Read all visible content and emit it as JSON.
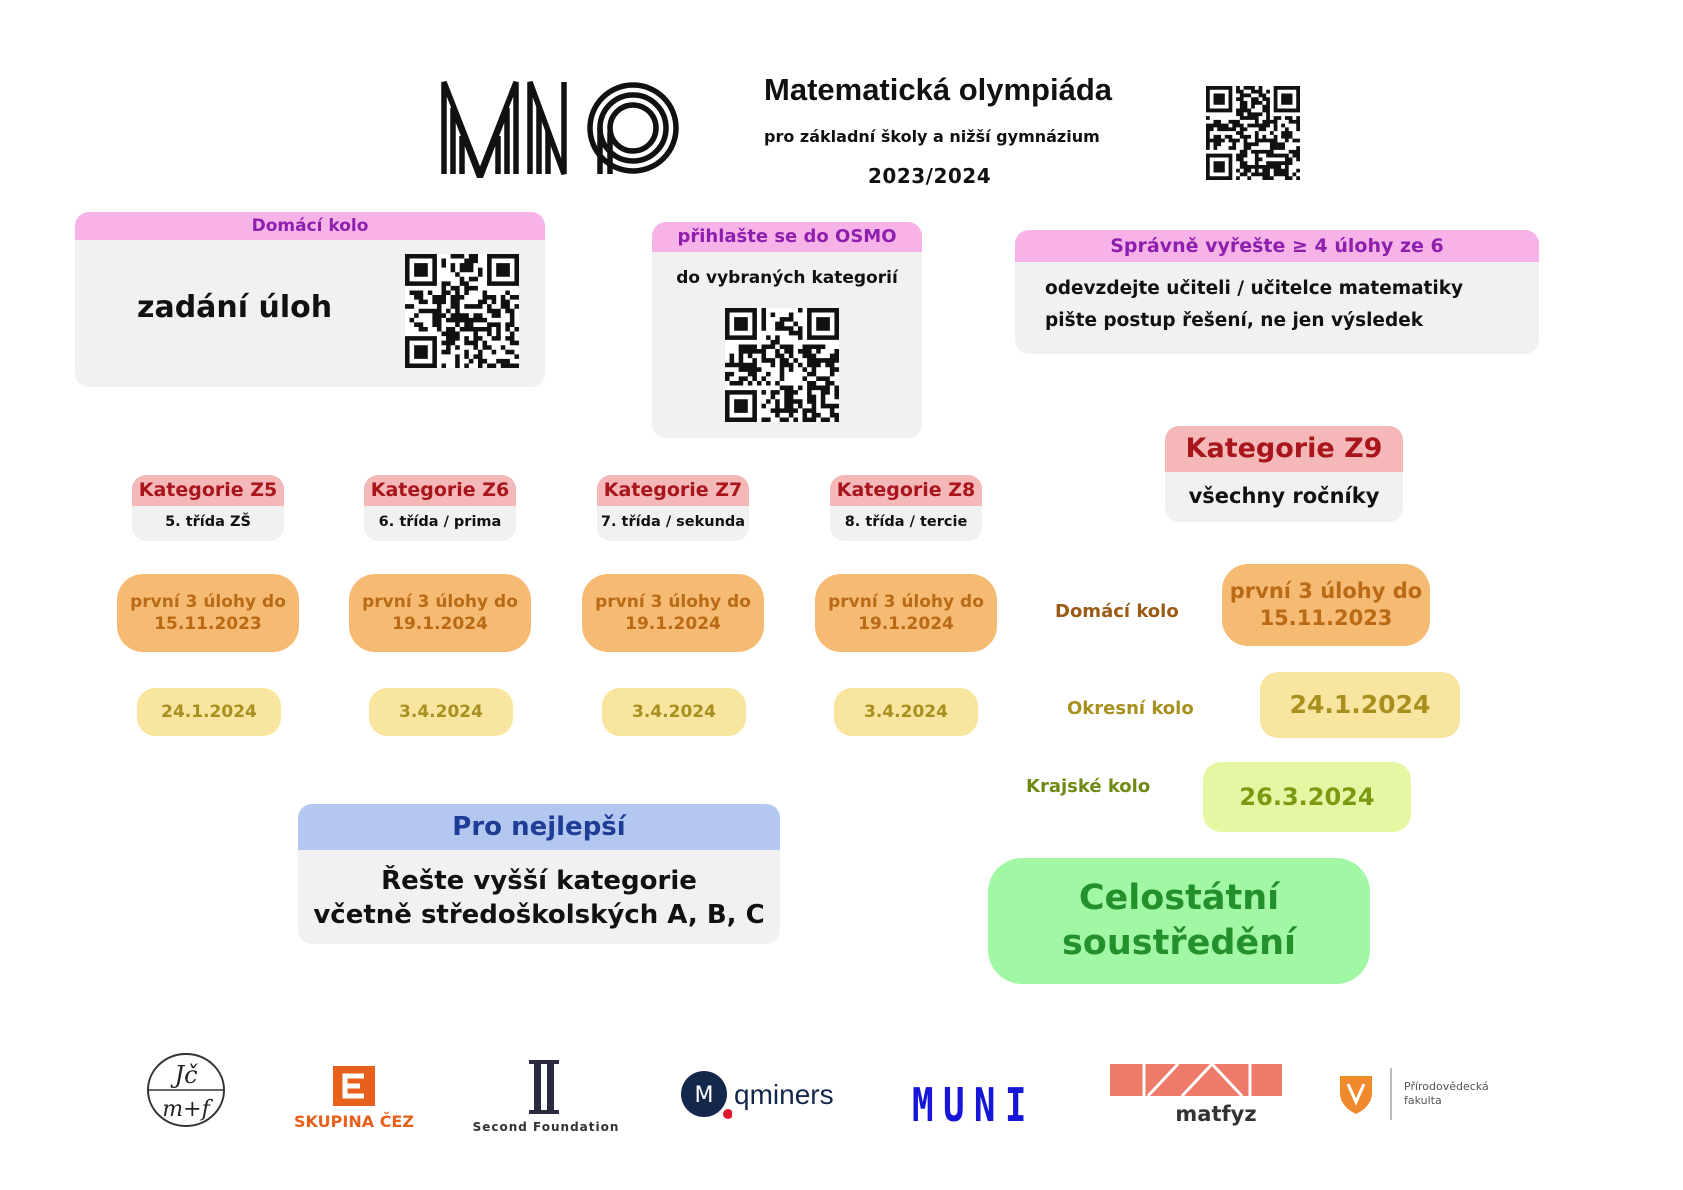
{
  "header": {
    "logo_icon": "mo-logo",
    "title": "Matematická olympiáda",
    "subtitle": "pro základní školy a nižší gymnázium",
    "year": "2023/2024"
  },
  "domaci_card": {
    "heading": "Domácí kolo",
    "text": "zadání úloh"
  },
  "osmo_card": {
    "heading": "přihlašte se do OSMO",
    "text": "do vybraných kategorií"
  },
  "rules_card": {
    "heading": "Správně vyřešte ≥ 4 úlohy ze 6",
    "line1": "odevzdejte učiteli / učitelce matematiky",
    "line2": "pište postup  řešení, ne jen výsledek"
  },
  "categories": [
    {
      "name": "Kategorie Z5",
      "grade": "5. třída ZŠ",
      "home": [
        "první 3 úlohy do",
        "15.11.2023"
      ],
      "district": "24.1.2024"
    },
    {
      "name": "Kategorie Z6",
      "grade": "6. třída / prima",
      "home": [
        "první 3 úlohy do",
        "19.1.2024"
      ],
      "district": "3.4.2024"
    },
    {
      "name": "Kategorie Z7",
      "grade": "7. třída / sekunda",
      "home": [
        "první 3 úlohy do",
        "19.1.2024"
      ],
      "district": "3.4.2024"
    },
    {
      "name": "Kategorie Z8",
      "grade": "8. třída / tercie",
      "home": [
        "první 3 úlohy do",
        "19.1.2024"
      ],
      "district": "3.4.2024"
    }
  ],
  "z9": {
    "name": "Kategorie Z9",
    "grade": "všechny ročníky",
    "home_label": "Domácí kolo",
    "home": [
      "první 3 úlohy do",
      "15.11.2023"
    ],
    "district_label": "Okresní kolo",
    "district": "24.1.2024",
    "regional_label": "Krajské kolo",
    "regional": "26.3.2024"
  },
  "best_card": {
    "heading": "Pro nejlepší",
    "line1": "Řešte vyšší kategorie",
    "line2": "včetně středoškolských A, B, C"
  },
  "national": {
    "line1": "Celostátní",
    "line2": "soustředění"
  },
  "sponsors": {
    "jcmf_top": "Jč",
    "jcmf_bottom": "m+f",
    "cez": "SKUPINA ČEZ",
    "second_foundation": "Second Foundation",
    "qminers": "qminers",
    "muni": "MUNI",
    "matfyz": "matfyz",
    "prf_line1": "Přírodovědecká",
    "prf_line2": "fakulta"
  },
  "colors": {
    "pink_header": "#f7b3e8",
    "red_header": "#f4b8b8",
    "blue_header": "#b4c7f0",
    "orange_pill": "#f6bb73",
    "yellow_pill": "#f8e6a0",
    "lime_pill": "#e6f7a3",
    "green_pill": "#a2f7a4"
  }
}
